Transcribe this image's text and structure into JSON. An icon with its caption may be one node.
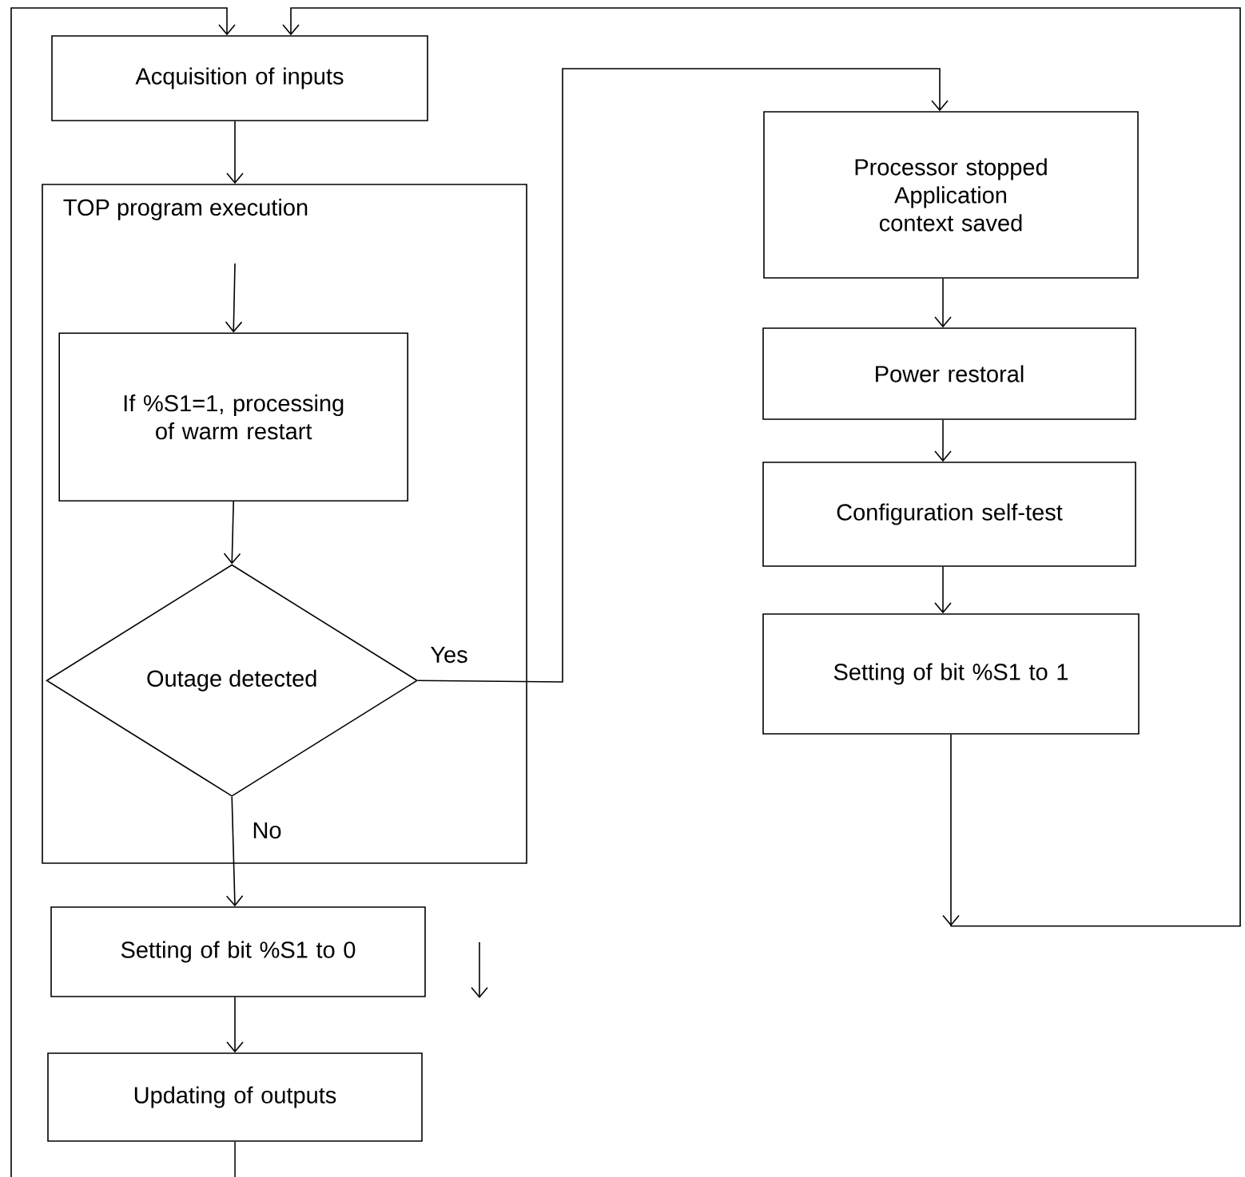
{
  "diagram": {
    "nodes": [
      {
        "text": [
          "Acquisition of inputs"
        ]
      },
      {
        "text": [
          "TOP program execution"
        ]
      },
      {
        "text": [
          "If %S1=1, processing of warm restart"
        ],
        "in": 1
      },
      {
        "text": [
          "Outage detected"
        ],
        "in": 1
      },
      {
        "text": [
          "Setting of bit %S1 to 0"
        ]
      },
      {
        "text": [
          "Updating of outputs"
        ]
      },
      {
        "text": [
          "Processor stopped Application context saved"
        ]
      },
      {
        "text": [
          "Power restoral"
        ]
      },
      {
        "text": [
          "Configuration self-test"
        ]
      },
      {
        "text": [
          "Setting of bit %S1 to 1"
        ]
      }
    ],
    "edges": [
      {
        "from": null,
        "to": 0,
        "arrow": "to"
      },
      {
        "from": 9,
        "to": 0,
        "arrow": "to"
      },
      {
        "from": 0,
        "to": 1,
        "arrow": "to"
      },
      {
        "from": null,
        "to": 2,
        "arrow": "to"
      },
      {
        "from": 2,
        "to": 3,
        "arrow": "to"
      },
      {
        "from": 3,
        "to": 6,
        "arrow": "to",
        "label": "Yes"
      },
      {
        "from": 3,
        "to": 4,
        "arrow": "to",
        "label": "No"
      },
      {
        "from": 4,
        "to": 5,
        "arrow": "to"
      },
      {
        "from": 5,
        "to": null,
        "arrow": "none"
      },
      {
        "from": 6,
        "to": 7,
        "arrow": "to"
      },
      {
        "from": 7,
        "to": 8,
        "arrow": "to"
      },
      {
        "from": 8,
        "to": 9,
        "arrow": "to"
      }
    ]
  }
}
